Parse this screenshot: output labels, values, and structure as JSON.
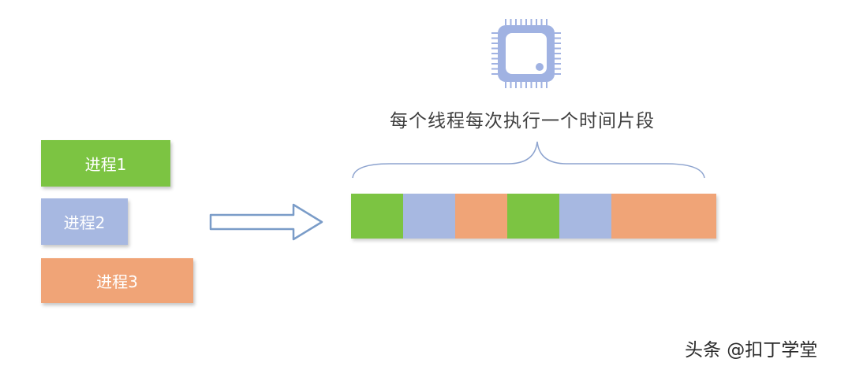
{
  "processes": [
    {
      "label": "进程1",
      "color": "#7cc442"
    },
    {
      "label": "进程2",
      "color": "#a7b8e1"
    },
    {
      "label": "进程3",
      "color": "#f0a477"
    }
  ],
  "cpu": {
    "icon": "cpu-chip-icon",
    "color": "#a0b2e2"
  },
  "caption": "每个线程每次执行一个时间片段",
  "timeline": {
    "segments": [
      {
        "process": "进程1",
        "color": "#7cc442"
      },
      {
        "process": "进程2",
        "color": "#a7b8e1"
      },
      {
        "process": "进程3",
        "color": "#f0a477"
      },
      {
        "process": "进程1",
        "color": "#7cc442"
      },
      {
        "process": "进程2",
        "color": "#a7b8e1"
      },
      {
        "process": "进程3",
        "color": "#f0a477"
      }
    ]
  },
  "arrow": {
    "icon": "right-arrow-icon",
    "color": "#7a9cc8"
  },
  "watermark": "头条 @扣丁学堂"
}
